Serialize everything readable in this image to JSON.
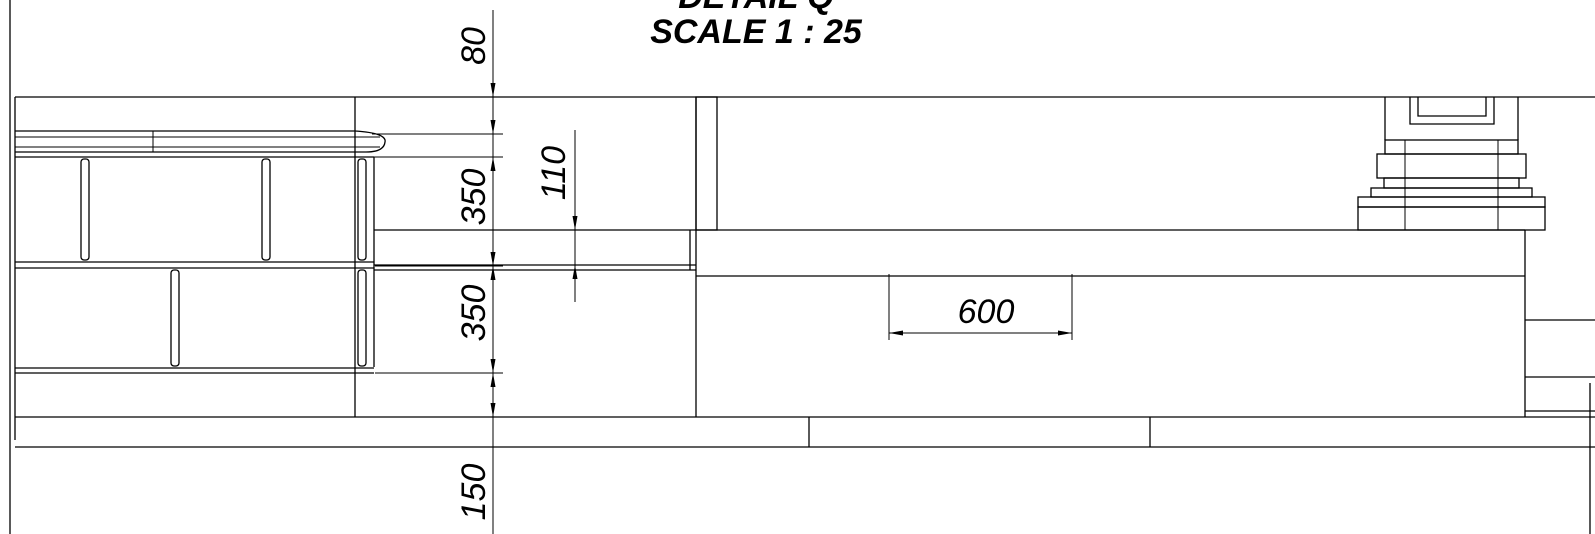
{
  "title": {
    "line1": "DETAIL Q",
    "line2": "SCALE 1 : 25"
  },
  "dimensions": {
    "top_course": "80",
    "upper_brick": "350",
    "step": "110",
    "lower_brick": "350",
    "base": "150",
    "horizontal": "600"
  },
  "colors": {
    "line": "#000000",
    "background": "#ffffff"
  }
}
